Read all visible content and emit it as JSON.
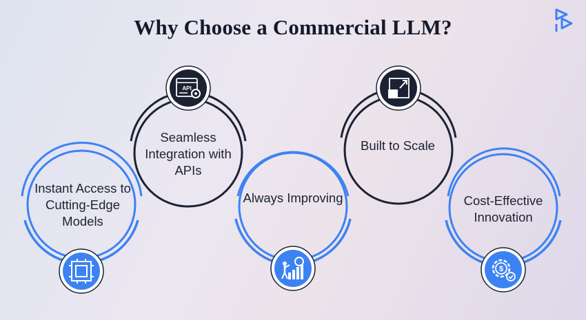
{
  "title": "Why Choose a Commercial LLM?",
  "colors": {
    "accent_blue": "#3d82f2",
    "dark_navy": "#1c2233",
    "icon_blue_bg": "#3d82f2",
    "icon_dark_bg": "#1c2233"
  },
  "steps": [
    {
      "label": "Instant Access to Cutting-Edge Models",
      "icon": "chip-icon",
      "style": "blue"
    },
    {
      "label": "Seamless Integration with APIs",
      "icon": "api-gear-icon",
      "style": "dark"
    },
    {
      "label": "Always Improving",
      "icon": "growth-gear-icon",
      "style": "blue"
    },
    {
      "label": "Built to Scale",
      "icon": "expand-arrows-icon",
      "style": "dark"
    },
    {
      "label": "Cost-Effective Innovation",
      "icon": "dollar-gear-icon",
      "style": "blue"
    }
  ],
  "logo": {
    "icon": "brand-logo-icon"
  }
}
